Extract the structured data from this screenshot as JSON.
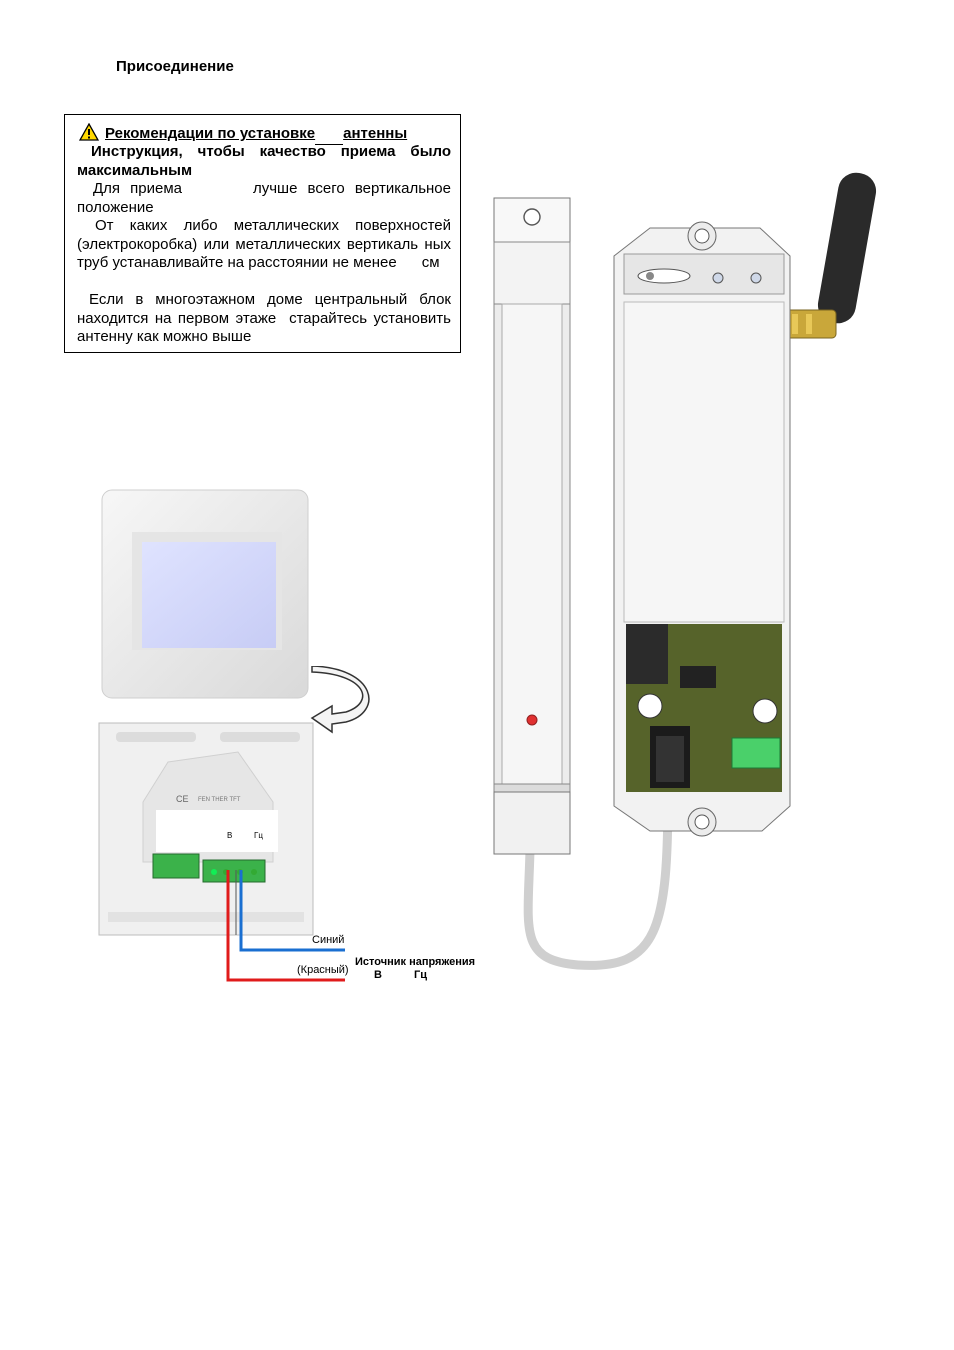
{
  "heading": "Присоединение",
  "recommendations": {
    "title": "Рекомендации по установке",
    "title_suffix": "антенны",
    "instruction": "Инструкция, чтобы качество приема было максимальным",
    "p1": "Для приема       лучше всего вертикальное положение",
    "p2": "От каких либо металлических поверхностей (электрокоробка) или металлических вертикаль ных труб устанавливайте на расстоянии не менее      см",
    "p3": "Если в многоэтажном доме центральный блок       находится на первом этаже  старайтесь установить антенну как можно выше"
  },
  "thermostat_back": {
    "brand": "FEN THER TFT",
    "ce_mark": "CE",
    "terminal_v": "В",
    "terminal_hz": "Гц"
  },
  "wiring": {
    "blue_label": "Синий",
    "red_label": "(Красный)",
    "source_label": "Источник напряжения",
    "source_v": "В",
    "source_hz": "Гц",
    "blue_color": "#1a6fd1",
    "red_color": "#e01b1b"
  },
  "icons": [
    "warning-icon",
    "antenna-icon",
    "curved-arrow-icon"
  ]
}
